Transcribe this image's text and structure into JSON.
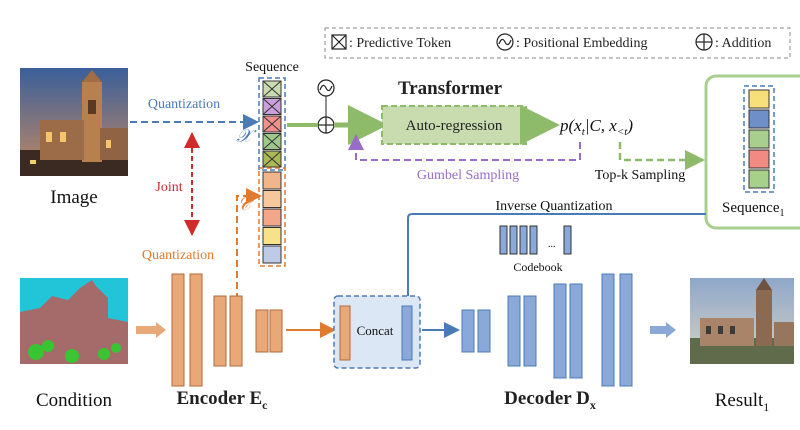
{
  "legend": {
    "predictive_token": ": Predictive Token",
    "positional_embedding": ": Positional Embedding",
    "addition": ": Addition"
  },
  "labels": {
    "image": "Image",
    "condition": "Condition",
    "sequence": "Sequence",
    "x_symbol": "𝒳",
    "c_symbol": "𝒞",
    "quantization_top": "Quantization",
    "quantization_bottom": "Quantization",
    "joint": "Joint",
    "transformer": "Transformer",
    "auto_regression": "Auto-regression",
    "probability": "p(x",
    "probability_sub": "t",
    "probability_tail": "|C, x",
    "probability_sub2": "<t",
    "probability_close": ")",
    "gumbel_sampling": "Gumbel Sampling",
    "topk_sampling": "Top-k Sampling",
    "sequence_out": "Sequence",
    "sequence_out_sub": "1",
    "inverse_quantization": "Inverse Quantization",
    "codebook": "Codebook",
    "codebook_dots": "...",
    "concat": "Concat",
    "encoder": "Encoder E",
    "encoder_sub": "c",
    "decoder": "Decoder D",
    "decoder_sub": "x",
    "result": "Result",
    "result_sub": "1"
  },
  "colors": {
    "quantization_blue": "#4a7bb7",
    "joint_red": "#d12a2a",
    "quant_orange": "#e07a2e",
    "gumbel_purple": "#9a6cc9",
    "green": "#8dbb6a",
    "green_fill": "#c8dcb0",
    "encoder_orange": "#e8a878",
    "decoder_blue": "#8aa9d8",
    "token_colors": [
      "#c8dcb0",
      "#c9a0dc",
      "#f0908c",
      "#9ec88a",
      "#aab855"
    ],
    "cond_token_colors": [
      "#f0b58a",
      "#f6c79b",
      "#f4a68b",
      "#f7e28a",
      "#bfcbe6"
    ],
    "out_token_colors": [
      "#f7df7a",
      "#6f8fc9",
      "#a8cf8e",
      "#f08a82",
      "#a7d08a"
    ]
  }
}
